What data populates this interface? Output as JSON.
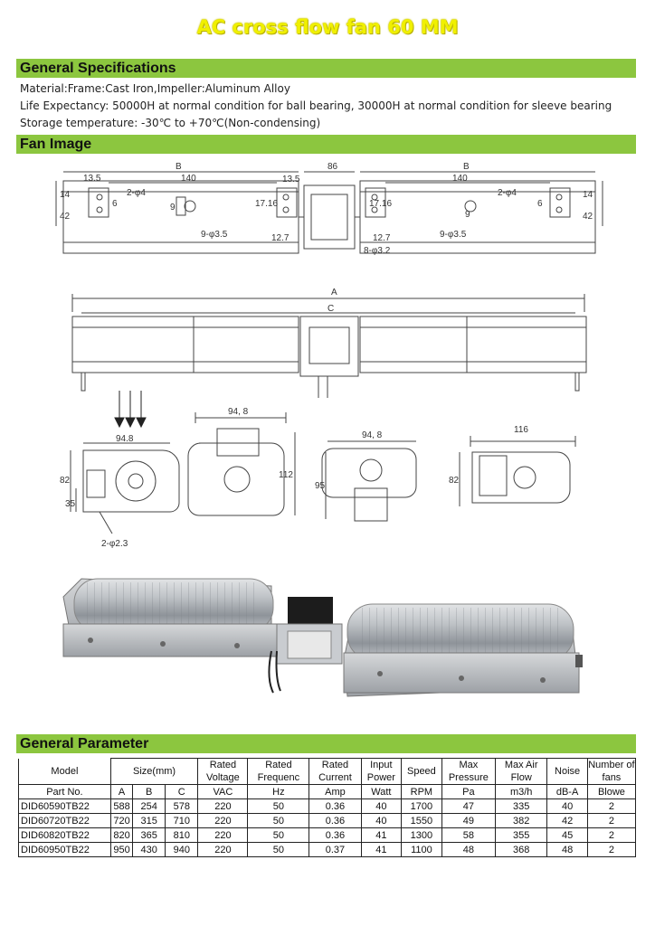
{
  "title": "AC cross flow fan 60 MM",
  "sections": {
    "general_specs": "General Specifications",
    "fan_image": "Fan Image",
    "general_param": "General Parameter"
  },
  "specs": [
    "Material:Frame:Cast Iron,Impeller:Aluminum Alloy",
    "Life Expectancy:  50000H at normal condition for ball bearing, 30000H at normal condition for sleeve bearing",
    "Storage temperature:  -30℃ to +70℃(Non-condensing)"
  ],
  "drawing_labels": {
    "b_left": "B",
    "b_right": "B",
    "d140_left": "140",
    "d140_right": "140",
    "d86": "86",
    "d13_5_left": "13.5",
    "d13_5_right": "13.5",
    "d14_left": "14",
    "d42_left": "42",
    "d14_right": "14",
    "d42_right": "42",
    "d2phi4_left": "2-φ4",
    "d2phi4_right": "2-φ4",
    "d6_left": "6",
    "d6_right": "6",
    "d9_left": "9",
    "d9_right": "9",
    "d17_left": "17.16",
    "d17_right": "17.16",
    "d9phi3_5_left": "9-φ3.5",
    "d9phi3_5_right": "9-φ3.5",
    "d12_7_left": "12.7",
    "d12_7_right": "12.7",
    "d8phi3_2": "8-φ3.2",
    "a": "A",
    "c": "C",
    "d94_8_a": "94.8",
    "d82_a": "82",
    "d35": "35",
    "d2phi2_3": "2-φ2.3",
    "d94_8_b": "94, 8",
    "d112": "112",
    "d94_8_c": "94, 8",
    "d95": "95",
    "d116": "116",
    "d82_b": "82"
  },
  "table": {
    "header1": [
      "Model",
      "Size(mm)",
      "Rated Voltage",
      "Rated Frequenc",
      "Rated Current",
      "Input Power",
      "Speed",
      "Max Pressure",
      "Max Air Flow",
      "Noise",
      "Number of fans"
    ],
    "header2": [
      "Part No.",
      "A",
      "B",
      "C",
      "VAC",
      "Hz",
      "Amp",
      "Watt",
      "RPM",
      "Pa",
      "m3/h",
      "dB-A",
      "Blowe"
    ],
    "rows": [
      [
        "DID60590TB22",
        "588",
        "254",
        "578",
        "220",
        "50",
        "0.36",
        "40",
        "1700",
        "47",
        "335",
        "40",
        "2"
      ],
      [
        "DID60720TB22",
        "720",
        "315",
        "710",
        "220",
        "50",
        "0.36",
        "40",
        "1550",
        "49",
        "382",
        "42",
        "2"
      ],
      [
        "DID60820TB22",
        "820",
        "365",
        "810",
        "220",
        "50",
        "0.36",
        "41",
        "1300",
        "58",
        "355",
        "45",
        "2"
      ],
      [
        "DID60950TB22",
        "950",
        "430",
        "940",
        "220",
        "50",
        "0.37",
        "41",
        "1100",
        "48",
        "368",
        "48",
        "2"
      ]
    ]
  },
  "colors": {
    "band": "#8cc63f",
    "title": "#f0f000"
  }
}
